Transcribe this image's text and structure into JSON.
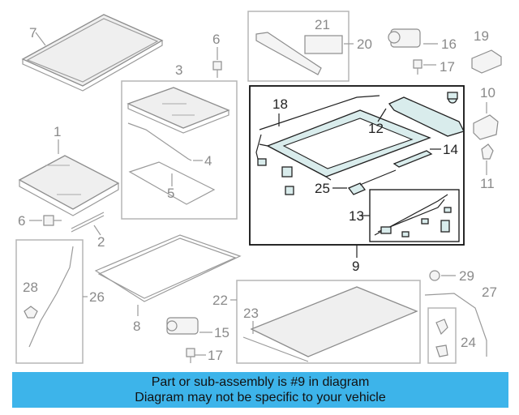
{
  "callouts": {
    "c1": "1",
    "c2": "2",
    "c3": "3",
    "c4": "4",
    "c5": "5",
    "c6a": "6",
    "c6b": "6",
    "c7": "7",
    "c8": "8",
    "c9": "9",
    "c10": "10",
    "c11": "11",
    "c12": "12",
    "c13": "13",
    "c14": "14",
    "c15": "15",
    "c16": "16",
    "c17a": "17",
    "c17b": "17",
    "c18": "18",
    "c19": "19",
    "c20": "20",
    "c21": "21",
    "c22": "22",
    "c23": "23",
    "c24": "24",
    "c25": "25",
    "c26": "26",
    "c27": "27",
    "c28": "28",
    "c29": "29"
  },
  "highlight_color": "#111111",
  "banner": {
    "line1": "Part or sub-assembly is #9 in diagram",
    "line2": "Diagram may not be specific to your vehicle",
    "color": "#3db4ea"
  }
}
